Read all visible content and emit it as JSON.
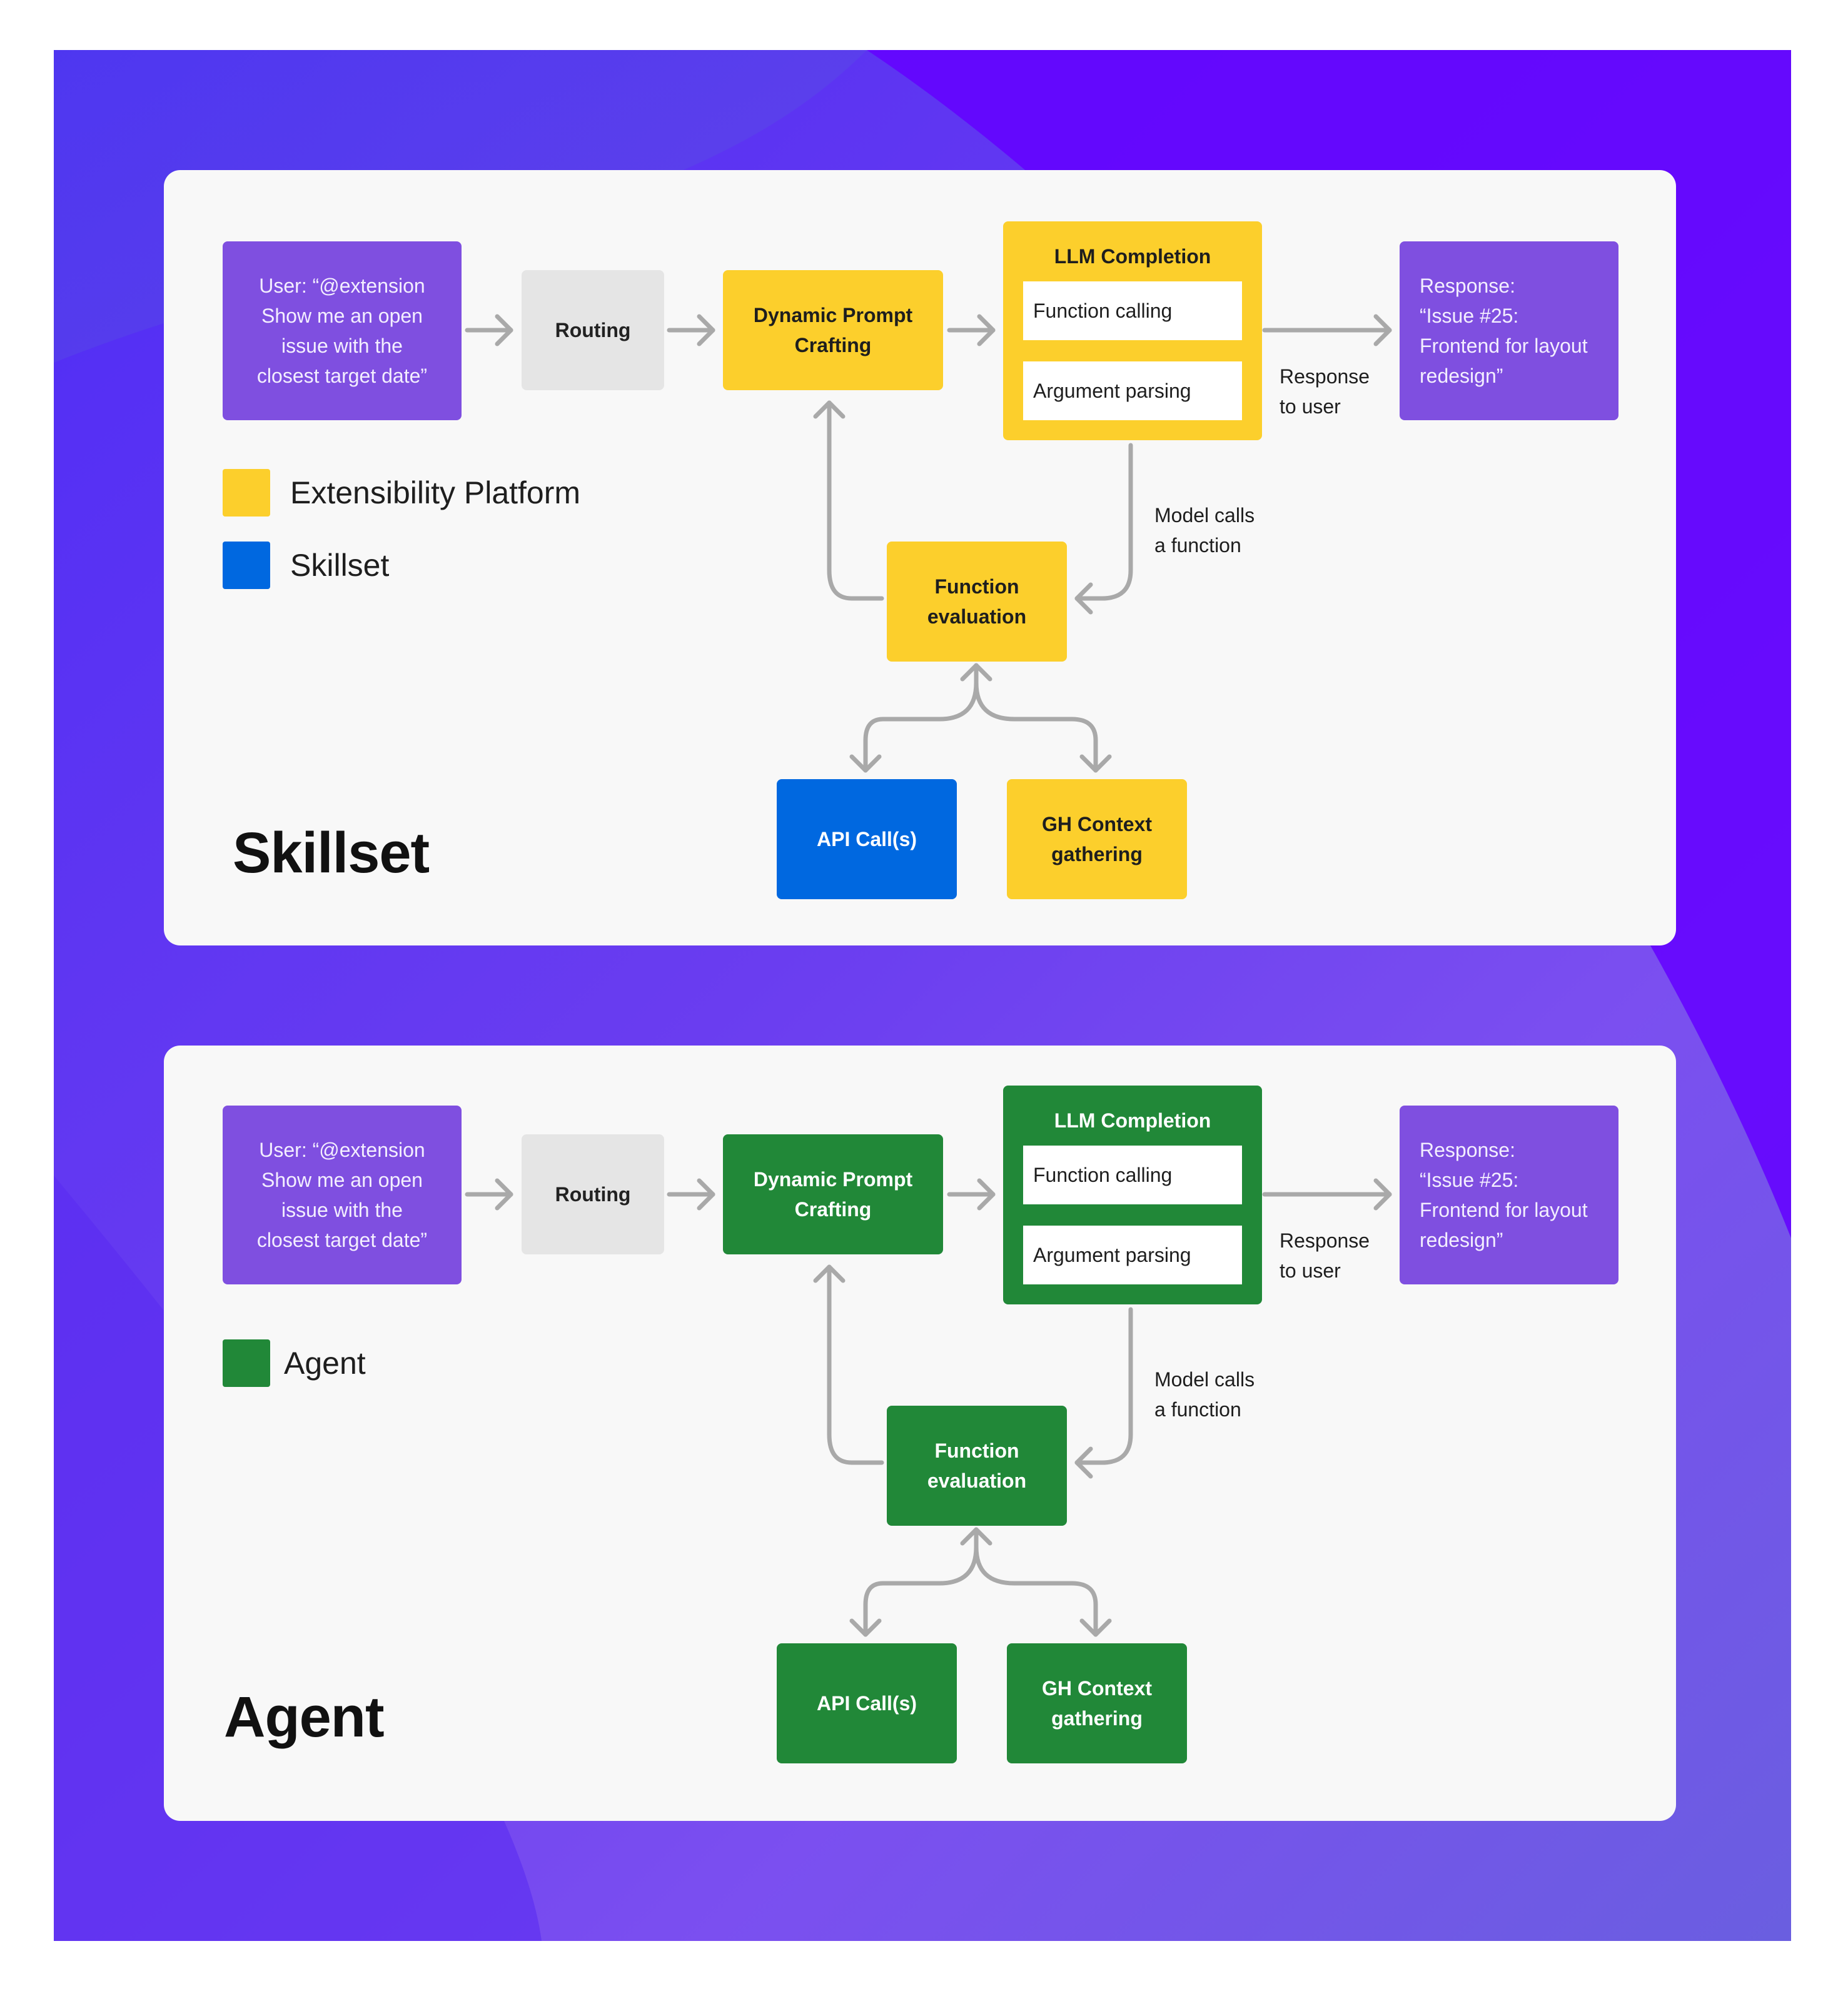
{
  "colors": {
    "extensibility_platform": "#fccf2c",
    "skillset": "#0068e0",
    "agent": "#218838",
    "user_response": "#7f4fe0",
    "routing": "#e5e5e5",
    "arrow": "#a9a9a9"
  },
  "skillset": {
    "title": "Skillset",
    "user_box": "User: “@extension\nShow me an open\nissue with the\nclosest target date”",
    "routing": "Routing",
    "dynamic_prompt": "Dynamic Prompt\nCrafting",
    "llm": {
      "title": "LLM Completion",
      "function_calling": "Function calling",
      "argument_parsing": "Argument parsing"
    },
    "response_to_user": "Response\nto user",
    "response_box": "Response:\n“Issue #25:\nFrontend for layout\nredesign”",
    "model_calls": "Model calls\na function",
    "function_evaluation": "Function\nevaluation",
    "api_calls": "API Call(s)",
    "gh_context": "GH Context\ngathering",
    "legend": [
      {
        "label": "Extensibility Platform",
        "color": "#fccf2c"
      },
      {
        "label": "Skillset",
        "color": "#0068e0"
      }
    ]
  },
  "agent": {
    "title": "Agent",
    "user_box": "User: “@extension\nShow me an open\nissue with the\nclosest target date”",
    "routing": "Routing",
    "dynamic_prompt": "Dynamic Prompt\nCrafting",
    "llm": {
      "title": "LLM Completion",
      "function_calling": "Function calling",
      "argument_parsing": "Argument parsing"
    },
    "response_to_user": "Response\nto user",
    "response_box": "Response:\n“Issue #25:\nFrontend for layout\nredesign”",
    "model_calls": "Model calls\na function",
    "function_evaluation": "Function\nevaluation",
    "api_calls": "API Call(s)",
    "gh_context": "GH Context\ngathering",
    "legend": [
      {
        "label": "Agent",
        "color": "#218838"
      }
    ]
  }
}
